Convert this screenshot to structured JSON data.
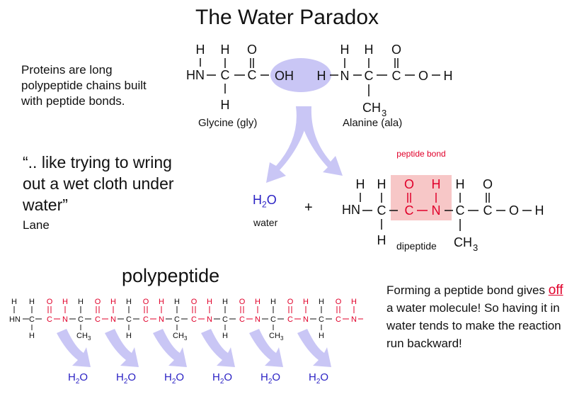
{
  "title": "The Water Paradox",
  "intro": "Proteins are long polypeptide chains built with peptide bonds.",
  "quote": {
    "text": "“.. like trying to wring out a wet cloth under water”",
    "author": "Lane"
  },
  "labels": {
    "glycine": "Glycine (gly)",
    "alanine": "Alanine (ala)",
    "water": "water",
    "plus": "+",
    "peptide_bond": "peptide bond",
    "dipeptide": "dipeptide",
    "h2o": "H2O"
  },
  "polypeptide_title": "polypeptide",
  "conclusion": {
    "before": "Forming a peptide bond gives ",
    "highlight": "off",
    "after": " a water molecule! So having it in water tends to make the reaction run backward!"
  },
  "colors": {
    "peptide": "#e0002a",
    "water": "#2b22c4",
    "highlight_oval": "#c9c6f5",
    "bond_box": "#f7c7c7",
    "arrows": "#c9c6f5"
  }
}
